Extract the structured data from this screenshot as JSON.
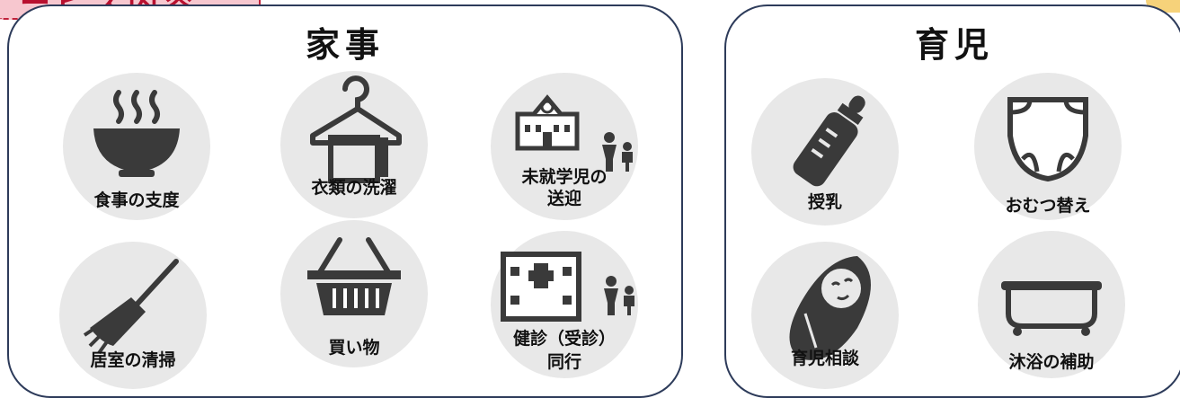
{
  "header": {
    "tag_label": "ービス内容"
  },
  "panels": {
    "kaji": {
      "title": "家事",
      "items": [
        {
          "label": "食事の支度",
          "icon": "soup-bowl-icon"
        },
        {
          "label": "衣類の洗濯",
          "icon": "hanger-towel-icon"
        },
        {
          "label": "未就学児の",
          "label2": "送迎",
          "icon": "school-parent-child-icon"
        },
        {
          "label": "居室の清掃",
          "icon": "broom-icon"
        },
        {
          "label": "買い物",
          "icon": "shopping-basket-icon"
        },
        {
          "label": "健診（受診）",
          "label2": "同行",
          "icon": "hospital-parent-child-icon"
        }
      ]
    },
    "ikuji": {
      "title": "育児",
      "items": [
        {
          "label": "授乳",
          "icon": "baby-bottle-icon"
        },
        {
          "label": "おむつ替え",
          "icon": "diaper-icon"
        },
        {
          "label": "育児相談",
          "icon": "swaddled-baby-icon"
        },
        {
          "label": "沐浴の補助",
          "icon": "bathtub-icon"
        }
      ]
    }
  },
  "colors": {
    "panel_border": "#2d3b5a",
    "circle_fill": "#e8e8e8",
    "icon_fill": "#3a3a3a",
    "tag_fill": "#f7c7cf",
    "tag_text": "#b8102f"
  }
}
